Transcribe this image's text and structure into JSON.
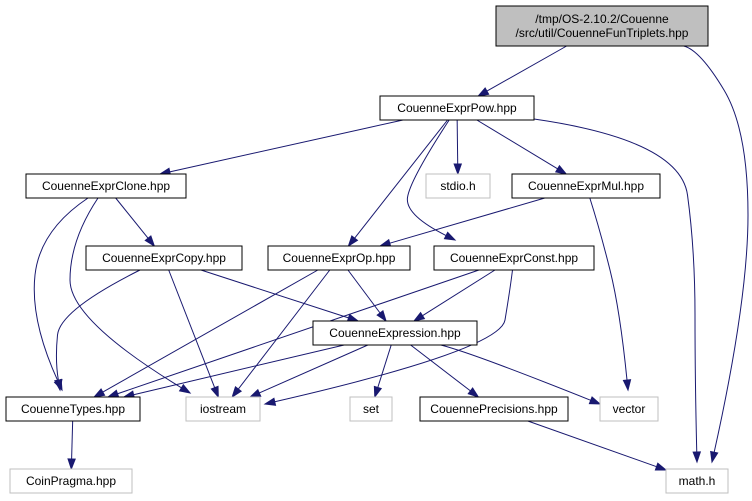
{
  "colors": {
    "edge": "#191970",
    "root_fill": "#bfbfbf",
    "system_border": "#bfbfbf",
    "node_border": "#000000"
  },
  "nodes": {
    "root": {
      "lines": [
        "/tmp/OS-2.10.2/Couenne",
        "/src/util/CouenneFunTriplets.hpp"
      ],
      "kind": "root"
    },
    "pow": {
      "lines": [
        "CouenneExprPow.hpp"
      ],
      "kind": "file"
    },
    "clone": {
      "lines": [
        "CouenneExprClone.hpp"
      ],
      "kind": "file"
    },
    "stdio": {
      "lines": [
        "stdio.h"
      ],
      "kind": "system"
    },
    "mul": {
      "lines": [
        "CouenneExprMul.hpp"
      ],
      "kind": "file"
    },
    "copy": {
      "lines": [
        "CouenneExprCopy.hpp"
      ],
      "kind": "file"
    },
    "op": {
      "lines": [
        "CouenneExprOp.hpp"
      ],
      "kind": "file"
    },
    "const": {
      "lines": [
        "CouenneExprConst.hpp"
      ],
      "kind": "file"
    },
    "expression": {
      "lines": [
        "CouenneExpression.hpp"
      ],
      "kind": "file"
    },
    "types": {
      "lines": [
        "CouenneTypes.hpp"
      ],
      "kind": "file"
    },
    "iostream": {
      "lines": [
        "iostream"
      ],
      "kind": "system"
    },
    "set": {
      "lines": [
        "set"
      ],
      "kind": "system"
    },
    "precisions": {
      "lines": [
        "CouennePrecisions.hpp"
      ],
      "kind": "file"
    },
    "vector": {
      "lines": [
        "vector"
      ],
      "kind": "system"
    },
    "pragma": {
      "lines": [
        "CoinPragma.hpp"
      ],
      "kind": "system"
    },
    "math": {
      "lines": [
        "math.h"
      ],
      "kind": "system"
    }
  },
  "edges": [
    [
      "root",
      "pow"
    ],
    [
      "root",
      "math"
    ],
    [
      "pow",
      "clone"
    ],
    [
      "pow",
      "stdio"
    ],
    [
      "pow",
      "mul"
    ],
    [
      "pow",
      "op"
    ],
    [
      "pow",
      "const"
    ],
    [
      "pow",
      "math"
    ],
    [
      "clone",
      "copy"
    ],
    [
      "clone",
      "types"
    ],
    [
      "clone",
      "iostream"
    ],
    [
      "mul",
      "op"
    ],
    [
      "mul",
      "vector"
    ],
    [
      "copy",
      "expression"
    ],
    [
      "copy",
      "types"
    ],
    [
      "copy",
      "iostream"
    ],
    [
      "op",
      "expression"
    ],
    [
      "op",
      "types"
    ],
    [
      "op",
      "iostream"
    ],
    [
      "const",
      "expression"
    ],
    [
      "const",
      "types"
    ],
    [
      "const",
      "iostream"
    ],
    [
      "expression",
      "types"
    ],
    [
      "expression",
      "iostream"
    ],
    [
      "expression",
      "set"
    ],
    [
      "expression",
      "precisions"
    ],
    [
      "expression",
      "vector"
    ],
    [
      "types",
      "pragma"
    ],
    [
      "precisions",
      "math"
    ]
  ]
}
